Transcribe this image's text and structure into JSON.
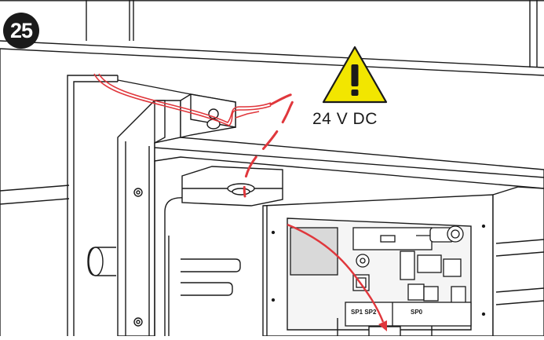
{
  "step": {
    "number": "25"
  },
  "warning": {
    "voltage": "24 V DC",
    "icon": "warning-triangle-icon"
  },
  "connectors": {
    "sp1_sp2": "SP1 SP2",
    "sp0": "SP0"
  },
  "colors": {
    "wire": "#e0373c",
    "warning_fill": "#f2e600",
    "line": "#1a1a1a"
  }
}
